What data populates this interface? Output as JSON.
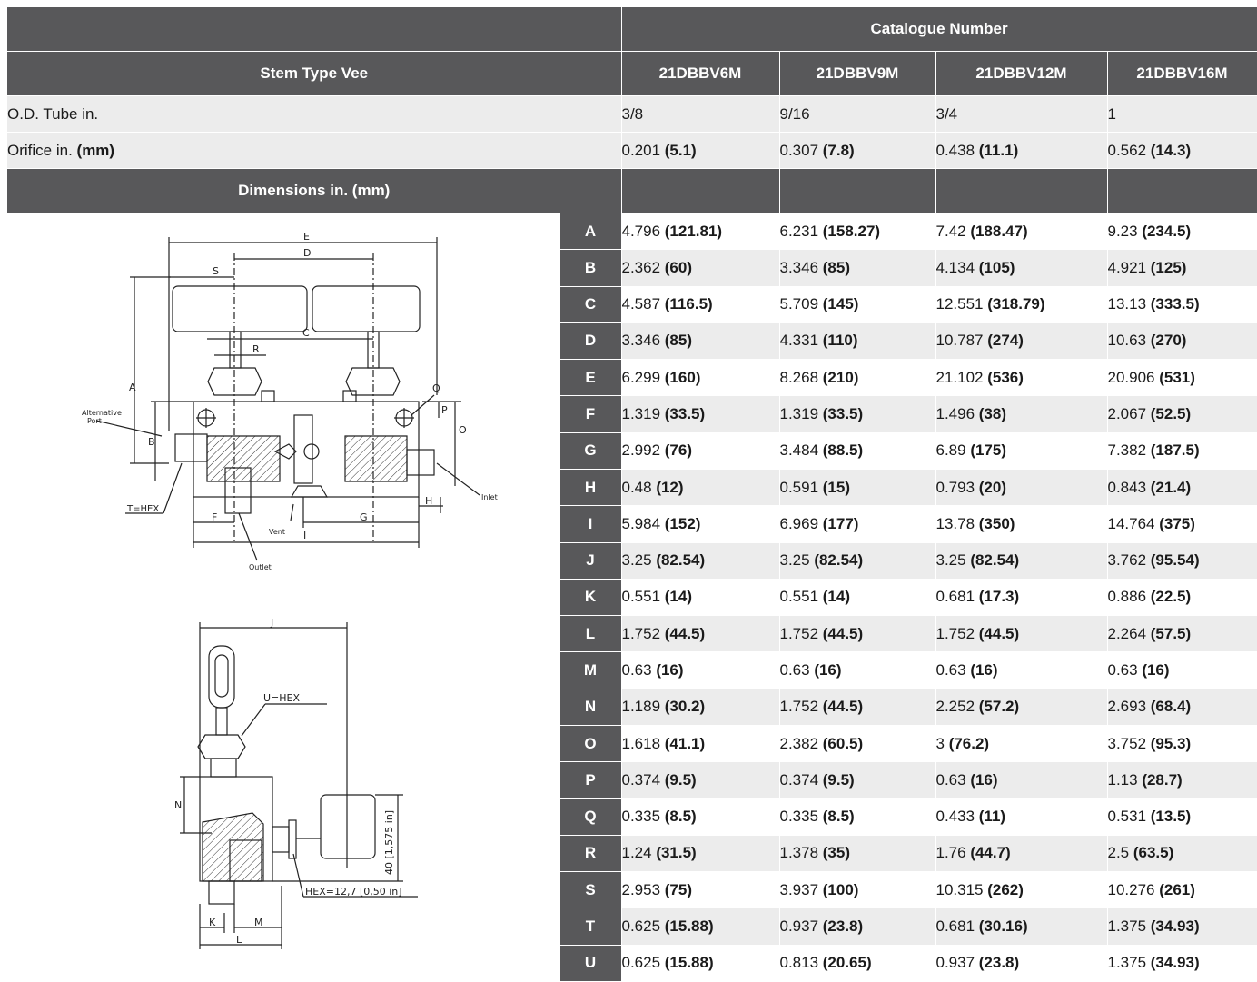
{
  "header": {
    "catalogue_label": "Catalogue Number",
    "stem_type": "Stem Type Vee",
    "catalogue_numbers": [
      "21DBBV6M",
      "21DBBV9M",
      "21DBBV12M",
      "21DBBV16M"
    ],
    "dimensions_label": "Dimensions in. (mm)"
  },
  "specs": [
    {
      "label": "O.D. Tube in.",
      "label_bold": "",
      "values": [
        [
          "3/8",
          ""
        ],
        [
          "9/16",
          ""
        ],
        [
          "3/4",
          ""
        ],
        [
          "1",
          ""
        ]
      ]
    },
    {
      "label": "Orifice in. ",
      "label_bold": "(mm)",
      "values": [
        [
          "0.201 ",
          "(5.1)"
        ],
        [
          "0.307 ",
          "(7.8)"
        ],
        [
          "0.438 ",
          "(11.1)"
        ],
        [
          "0.562 ",
          "(14.3)"
        ]
      ]
    }
  ],
  "dimensions": [
    {
      "letter": "A",
      "values": [
        [
          "4.796 ",
          "(121.81)"
        ],
        [
          "6.231 ",
          "(158.27)"
        ],
        [
          "7.42 ",
          "(188.47)"
        ],
        [
          "9.23 ",
          "(234.5)"
        ]
      ]
    },
    {
      "letter": "B",
      "values": [
        [
          "2.362 ",
          "(60)"
        ],
        [
          "3.346 ",
          "(85)"
        ],
        [
          "4.134 ",
          "(105)"
        ],
        [
          "4.921 ",
          "(125)"
        ]
      ]
    },
    {
      "letter": "C",
      "values": [
        [
          "4.587 ",
          "(116.5)"
        ],
        [
          "5.709 ",
          "(145)"
        ],
        [
          "12.551 ",
          "(318.79)"
        ],
        [
          "13.13 ",
          "(333.5)"
        ]
      ]
    },
    {
      "letter": "D",
      "values": [
        [
          "3.346 ",
          "(85)"
        ],
        [
          "4.331 ",
          "(110)"
        ],
        [
          "10.787 ",
          "(274)"
        ],
        [
          "10.63 ",
          "(270)"
        ]
      ]
    },
    {
      "letter": "E",
      "values": [
        [
          "6.299 ",
          "(160)"
        ],
        [
          "8.268 ",
          "(210)"
        ],
        [
          "21.102 ",
          "(536)"
        ],
        [
          "20.906 ",
          "(531)"
        ]
      ]
    },
    {
      "letter": "F",
      "values": [
        [
          "1.319 ",
          "(33.5)"
        ],
        [
          "1.319 ",
          "(33.5)"
        ],
        [
          "1.496 ",
          "(38)"
        ],
        [
          "2.067 ",
          "(52.5)"
        ]
      ]
    },
    {
      "letter": "G",
      "values": [
        [
          "2.992 ",
          "(76)"
        ],
        [
          "3.484 ",
          "(88.5)"
        ],
        [
          "6.89 ",
          "(175)"
        ],
        [
          "7.382 ",
          "(187.5)"
        ]
      ]
    },
    {
      "letter": "H",
      "values": [
        [
          "0.48 ",
          "(12)"
        ],
        [
          "0.591 ",
          "(15)"
        ],
        [
          "0.793 ",
          "(20)"
        ],
        [
          "0.843 ",
          "(21.4)"
        ]
      ]
    },
    {
      "letter": "I",
      "values": [
        [
          "5.984 ",
          "(152)"
        ],
        [
          "6.969 ",
          "(177)"
        ],
        [
          "13.78 ",
          "(350)"
        ],
        [
          "14.764 ",
          "(375)"
        ]
      ]
    },
    {
      "letter": "J",
      "values": [
        [
          "3.25 ",
          "(82.54)"
        ],
        [
          "3.25 ",
          "(82.54)"
        ],
        [
          "3.25 ",
          "(82.54)"
        ],
        [
          "3.762 ",
          "(95.54)"
        ]
      ]
    },
    {
      "letter": "K",
      "values": [
        [
          "0.551 ",
          "(14)"
        ],
        [
          "0.551 ",
          "(14)"
        ],
        [
          "0.681 ",
          "(17.3)"
        ],
        [
          "0.886 ",
          "(22.5)"
        ]
      ]
    },
    {
      "letter": "L",
      "values": [
        [
          "1.752 ",
          "(44.5)"
        ],
        [
          "1.752 ",
          "(44.5)"
        ],
        [
          "1.752 ",
          "(44.5)"
        ],
        [
          "2.264 ",
          "(57.5)"
        ]
      ]
    },
    {
      "letter": "M",
      "values": [
        [
          "0.63 ",
          "(16)"
        ],
        [
          "0.63 ",
          "(16)"
        ],
        [
          "0.63 ",
          "(16)"
        ],
        [
          "0.63 ",
          "(16)"
        ]
      ]
    },
    {
      "letter": "N",
      "values": [
        [
          "1.189 ",
          "(30.2)"
        ],
        [
          "1.752 ",
          "(44.5)"
        ],
        [
          "2.252 ",
          "(57.2)"
        ],
        [
          "2.693 ",
          "(68.4)"
        ]
      ]
    },
    {
      "letter": "O",
      "values": [
        [
          "1.618 ",
          "(41.1)"
        ],
        [
          "2.382 ",
          "(60.5)"
        ],
        [
          "3 ",
          "(76.2)"
        ],
        [
          "3.752 ",
          "(95.3)"
        ]
      ]
    },
    {
      "letter": "P",
      "values": [
        [
          "0.374 ",
          "(9.5)"
        ],
        [
          "0.374 ",
          "(9.5)"
        ],
        [
          "0.63 ",
          "(16)"
        ],
        [
          "1.13 ",
          "(28.7)"
        ]
      ]
    },
    {
      "letter": "Q",
      "values": [
        [
          "0.335 ",
          "(8.5)"
        ],
        [
          "0.335 ",
          "(8.5)"
        ],
        [
          "0.433 ",
          "(11)"
        ],
        [
          "0.531 ",
          "(13.5)"
        ]
      ]
    },
    {
      "letter": "R",
      "values": [
        [
          "1.24 ",
          "(31.5)"
        ],
        [
          "1.378 ",
          "(35)"
        ],
        [
          "1.76 ",
          "(44.7)"
        ],
        [
          "2.5 ",
          "(63.5)"
        ]
      ]
    },
    {
      "letter": "S",
      "values": [
        [
          "2.953 ",
          "(75)"
        ],
        [
          "3.937 ",
          "(100)"
        ],
        [
          "10.315 ",
          "(262)"
        ],
        [
          "10.276 ",
          "(261)"
        ]
      ]
    },
    {
      "letter": "T",
      "values": [
        [
          "0.625 ",
          "(15.88)"
        ],
        [
          "0.937 ",
          "(23.8)"
        ],
        [
          "0.681 ",
          "(30.16)"
        ],
        [
          "1.375 ",
          "(34.93)"
        ]
      ]
    },
    {
      "letter": "U",
      "values": [
        [
          "0.625 ",
          "(15.88)"
        ],
        [
          "0.813 ",
          "(20.65)"
        ],
        [
          "0.937 ",
          "(23.8)"
        ],
        [
          "1.375 ",
          "(34.93)"
        ]
      ]
    }
  ],
  "diagram_top": {
    "labels": {
      "e": "E",
      "d": "D",
      "s": "S",
      "c": "C",
      "r": "R",
      "a": "A",
      "b": "B",
      "q": "Q",
      "p": "P",
      "o": "O",
      "h": "H",
      "f": "F",
      "g": "G",
      "i": "I",
      "alt1": "Alternative",
      "alt2": "Port",
      "thex": "T=HEX",
      "vent": "Vent",
      "outlet": "Outlet",
      "inlet": "Inlet"
    }
  },
  "diagram_side": {
    "labels": {
      "j": "J",
      "uhex": "U=HEX",
      "n": "N",
      "dim40": "40 [1,575 in]",
      "hex": "HEX=12,7 [0,50 in]",
      "k": "K",
      "m": "M",
      "l": "L"
    }
  }
}
